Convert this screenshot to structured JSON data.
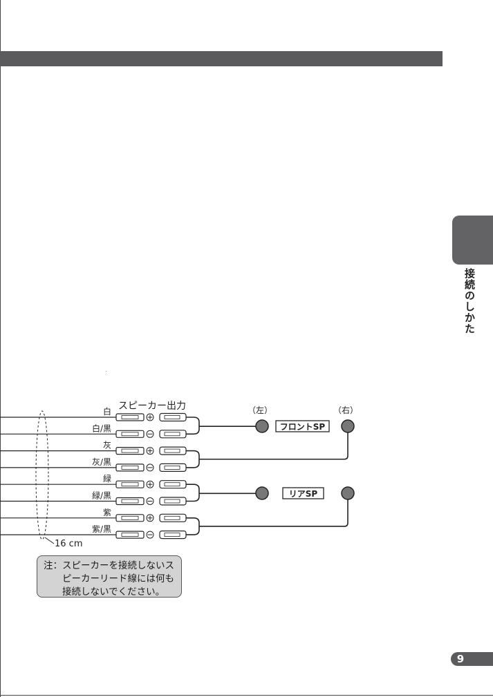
{
  "section_tab": {
    "label": "接続のしかた"
  },
  "page": {
    "number": "9"
  },
  "diagram": {
    "title": "スピーカー出力",
    "wires": [
      {
        "label": "白",
        "polarity": "⊕"
      },
      {
        "label": "白/黒",
        "polarity": "⊖"
      },
      {
        "label": "灰",
        "polarity": "⊕"
      },
      {
        "label": "灰/黒",
        "polarity": "⊖"
      },
      {
        "label": "緑",
        "polarity": "⊕"
      },
      {
        "label": "緑/黒",
        "polarity": "⊖"
      },
      {
        "label": "紫",
        "polarity": "⊕"
      },
      {
        "label": "紫/黒",
        "polarity": "⊖"
      }
    ],
    "length_label": "16 cm",
    "left_label": "（左）",
    "right_label": "（右）",
    "front_sp_label": "フロントSP",
    "rear_sp_label": "リアSP"
  },
  "note": {
    "prefix": "注：",
    "lines": [
      "スピーカーを接続しないス",
      "ピーカーリード線には何も",
      "接続しないでください。"
    ]
  }
}
